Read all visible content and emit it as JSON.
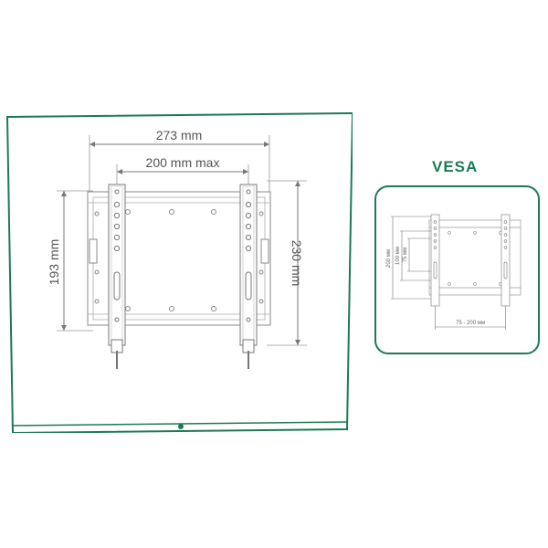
{
  "diagram": {
    "dimensions": {
      "overall_width": "273 mm",
      "max_vesa_width": "200 mm max",
      "height_193": "193 mm",
      "height_230": "230 mm"
    },
    "vesa_inset": {
      "title": "VESA",
      "label_200": "200 мм",
      "label_100": "100 мм",
      "label_75": "75 мм",
      "label_range": "75 - 200 мм"
    },
    "colors": {
      "accent_green": "#1d7a55",
      "line_gray": "#666666",
      "bracket_fill": "#ffffff"
    }
  }
}
